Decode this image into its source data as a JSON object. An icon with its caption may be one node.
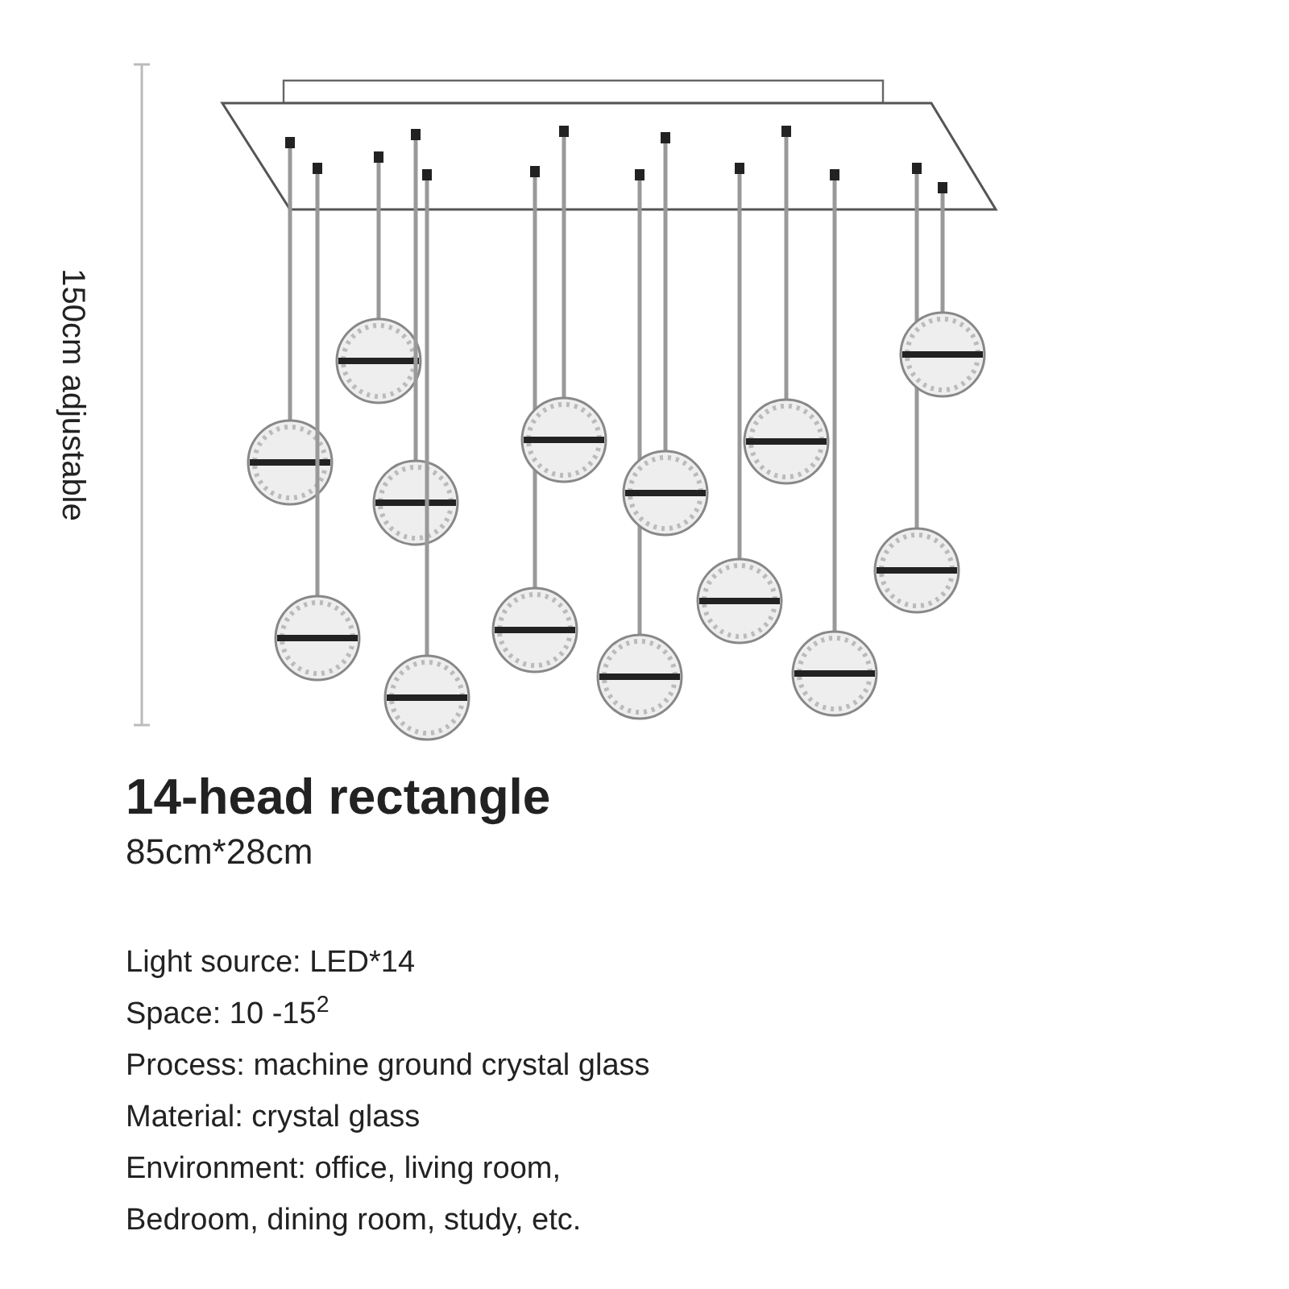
{
  "diagram": {
    "title": "14-head rectangle",
    "labels": [
      "150cm adjustable",
      "85cm*28cm",
      "Light source: LED*14",
      "Space: 10 -15$^{2}$",
      "Process: machine ground crystal glass",
      "Material: crystal glass",
      "Environment: office, living room, Bedroom, dining room, study, etc."
    ]
  }
}
